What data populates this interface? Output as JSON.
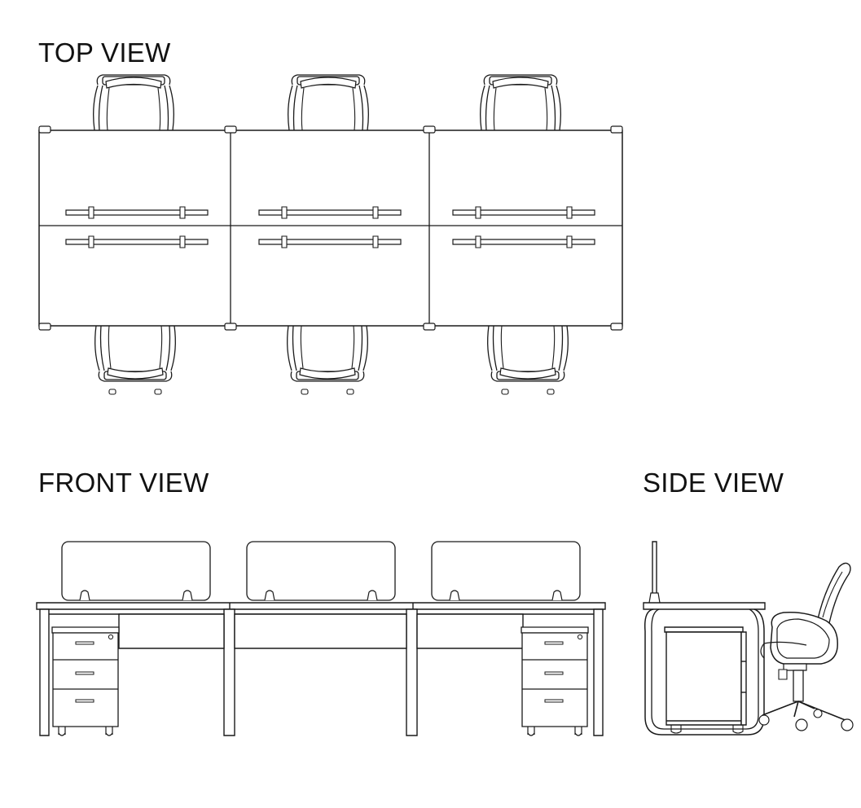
{
  "views": {
    "top": {
      "label": "TOP VIEW"
    },
    "front": {
      "label": "FRONT VIEW"
    },
    "side": {
      "label": "SIDE VIEW"
    }
  },
  "layout": {
    "workstations_per_side": 3,
    "sides": 2,
    "drawers_per_pedestal": 3,
    "pedestals_in_front_view": 2
  },
  "colors": {
    "line": "#1a1a1a",
    "background": "#ffffff"
  }
}
